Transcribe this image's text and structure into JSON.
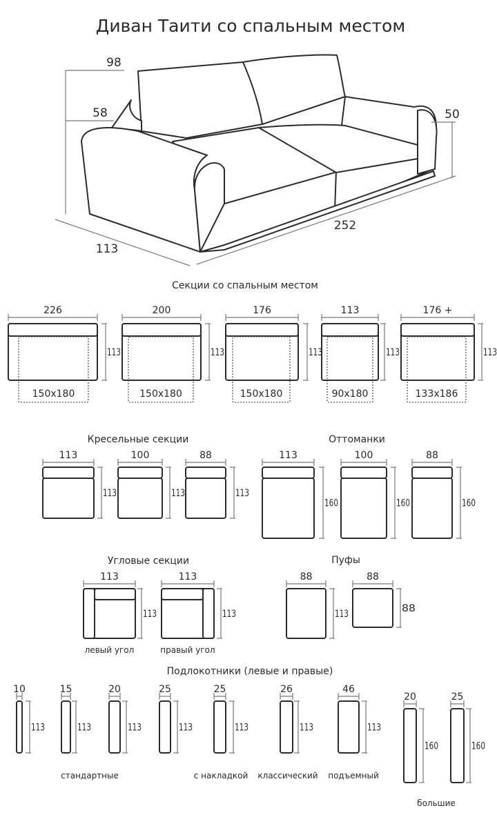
{
  "title": "Диван Таити со спальным местом",
  "sofa_dimensions": {
    "height_back": "98",
    "height_seat": "58",
    "height_arm": "50",
    "width": "252",
    "depth": "113"
  },
  "sleeping_sections": {
    "title": "Секции со спальным местом",
    "items": [
      {
        "width": "226",
        "depth": "113",
        "bed": "150x180"
      },
      {
        "width": "200",
        "depth": "113",
        "bed": "150x180"
      },
      {
        "width": "176",
        "depth": "113",
        "bed": "150x180"
      },
      {
        "width": "113",
        "depth": "113",
        "bed": "90x180"
      },
      {
        "width": "176 +",
        "depth": "113",
        "bed": "133x186"
      }
    ]
  },
  "armchair_sections": {
    "title": "Кресельные секции",
    "items": [
      {
        "width": "113",
        "depth": "113"
      },
      {
        "width": "100",
        "depth": "113"
      },
      {
        "width": "88",
        "depth": "113"
      }
    ]
  },
  "ottomans": {
    "title": "Оттоманки",
    "items": [
      {
        "width": "113",
        "depth": "160"
      },
      {
        "width": "100",
        "depth": "160"
      },
      {
        "width": "88",
        "depth": "160"
      }
    ]
  },
  "corner_sections": {
    "title": "Угловые секции",
    "items": [
      {
        "width": "113",
        "depth": "113",
        "label": "левый угол"
      },
      {
        "width": "113",
        "depth": "113",
        "label": "правый угол"
      }
    ]
  },
  "poufs": {
    "title": "Пуфы",
    "items": [
      {
        "width": "88",
        "depth": "113"
      },
      {
        "width": "88",
        "depth": "88"
      }
    ]
  },
  "armrests": {
    "title": "Подлокотники (левые и правые)",
    "items": [
      {
        "width": "10",
        "depth": "113"
      },
      {
        "width": "15",
        "depth": "113"
      },
      {
        "width": "20",
        "depth": "113"
      },
      {
        "width": "25",
        "depth": "113"
      },
      {
        "width": "25",
        "depth": "113"
      },
      {
        "width": "26",
        "depth": "113"
      },
      {
        "width": "46",
        "depth": "113"
      },
      {
        "width": "20",
        "depth": "160"
      },
      {
        "width": "25",
        "depth": "160"
      }
    ],
    "labels": {
      "standard": "стандартные",
      "overlay": "с накладкой",
      "classic": "классический",
      "lift": "подъемный",
      "large": "большие"
    }
  }
}
